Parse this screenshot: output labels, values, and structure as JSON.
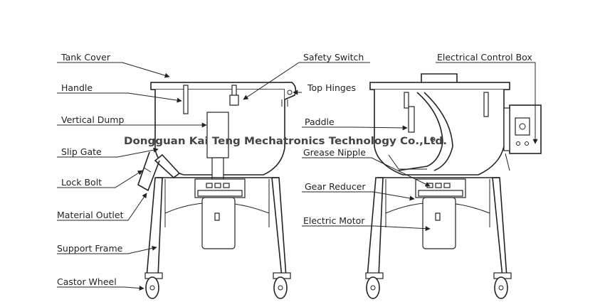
{
  "watermark": "Dongguan Kai Teng Mechatronics Technology Co.,Ltd.",
  "labels_left": {
    "tank_cover": "Tank Cover",
    "handle": "Handle",
    "vertical_dump": "Vertical Dump",
    "slip_gate": "Slip Gate",
    "lock_bolt": "Lock Bolt",
    "material_outlet": "Material Outlet",
    "support_frame": "Support Frame",
    "castor_wheel": "Castor Wheel"
  },
  "labels_middle": {
    "safety_switch": "Safety Switch",
    "top_hinges": "Top Hinges",
    "paddle": "Paddle",
    "grease_nipple": "Grease Nipple",
    "gear_reducer": "Gear Reducer",
    "electric_motor": "Electric Motor"
  },
  "labels_right": {
    "control_box": "Electrical Control Box"
  }
}
